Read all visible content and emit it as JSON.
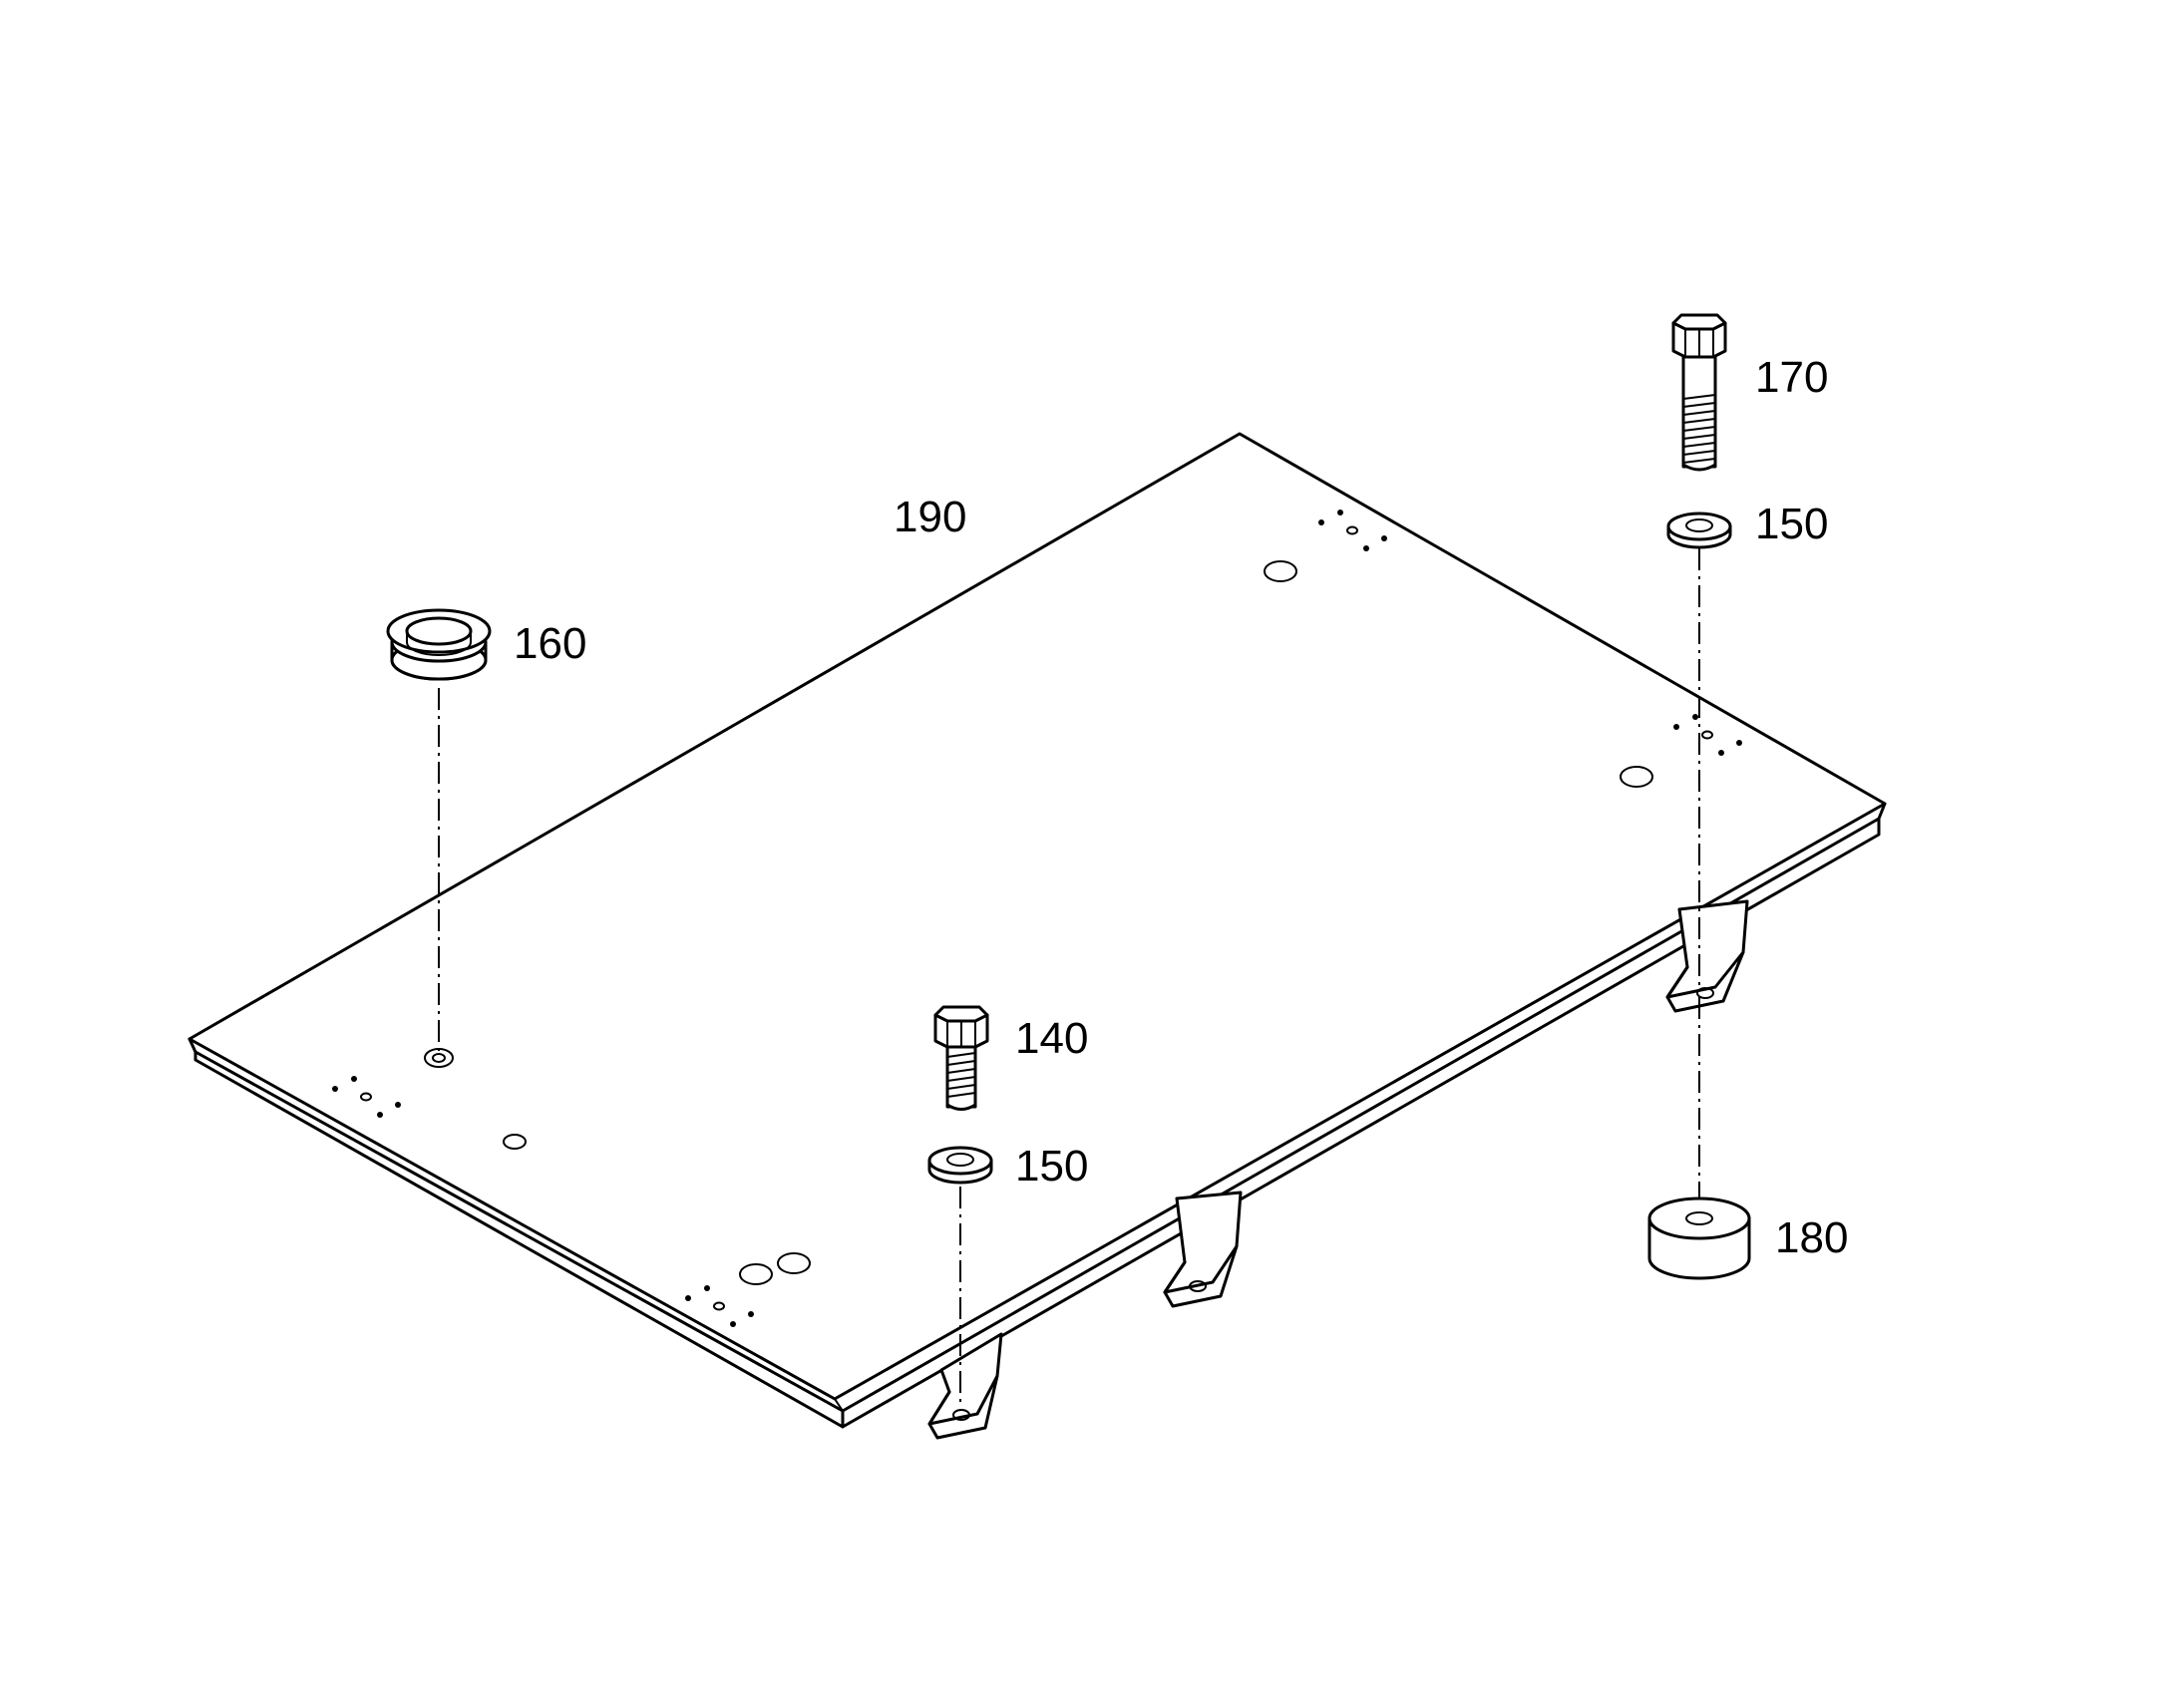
{
  "diagram": {
    "labels": {
      "plate": "190",
      "grommet": "160",
      "bolt_long": "170",
      "washer_top": "150",
      "bolt_short": "140",
      "washer_bottom": "150",
      "foot": "180"
    }
  }
}
